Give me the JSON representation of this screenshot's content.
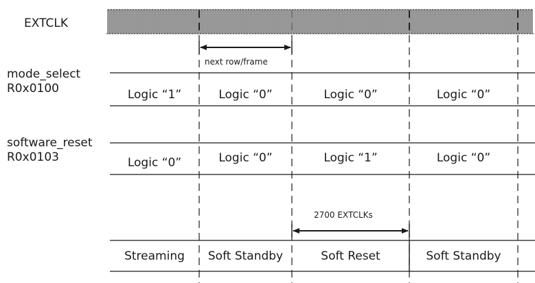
{
  "clock": {
    "label": "EXTCLK"
  },
  "signals": [
    {
      "name": "mode_select",
      "register": "R0x0100",
      "values": [
        "Logic “1”",
        "Logic “0”",
        "Logic “0”",
        "Logic “0”"
      ]
    },
    {
      "name": "software_reset",
      "register": "R0x0103",
      "values": [
        "Logic “0”",
        "Logic “0”",
        "Logic “1”",
        "Logic “0”"
      ]
    }
  ],
  "annotations": {
    "next_row_frame": "next row/frame",
    "extclk_count": "2700 EXTCLKs"
  },
  "states": [
    "Streaming",
    "Soft Standby",
    "Soft Reset",
    "Soft Standby"
  ]
}
